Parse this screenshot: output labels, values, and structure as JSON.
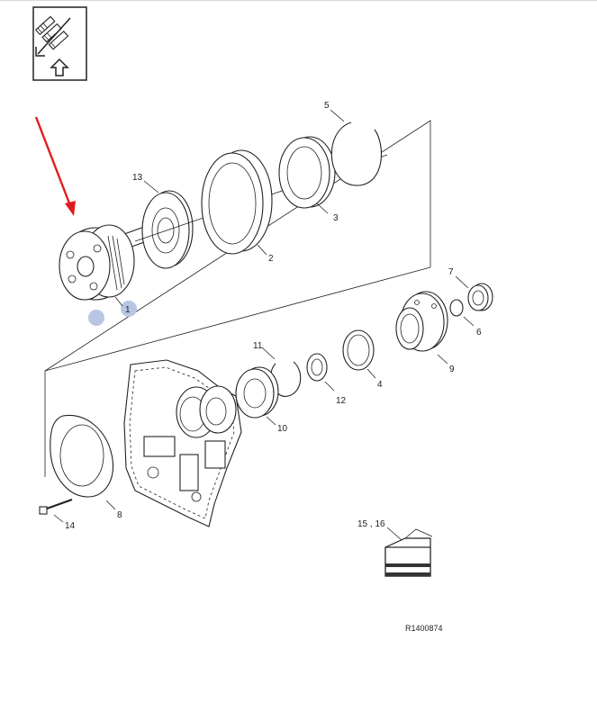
{
  "labels": {
    "l1": "1",
    "l2": "2",
    "l3": "3",
    "l4": "4",
    "l5": "5",
    "l6": "6",
    "l7": "7",
    "l8": "8",
    "l9": "9",
    "l10": "10",
    "l11": "11",
    "l12": "12",
    "l13": "13",
    "l14": "14",
    "l15_16": "15 , 16"
  },
  "reference_code": "R1400874",
  "colors": {
    "arrow": "#e11b1b",
    "callout_dot": "#b8c6e4",
    "line": "#222222"
  },
  "icons": {
    "corner_symbol": "disassembly-arrow-icon",
    "kit_box": "parts-kit-box-icon"
  }
}
